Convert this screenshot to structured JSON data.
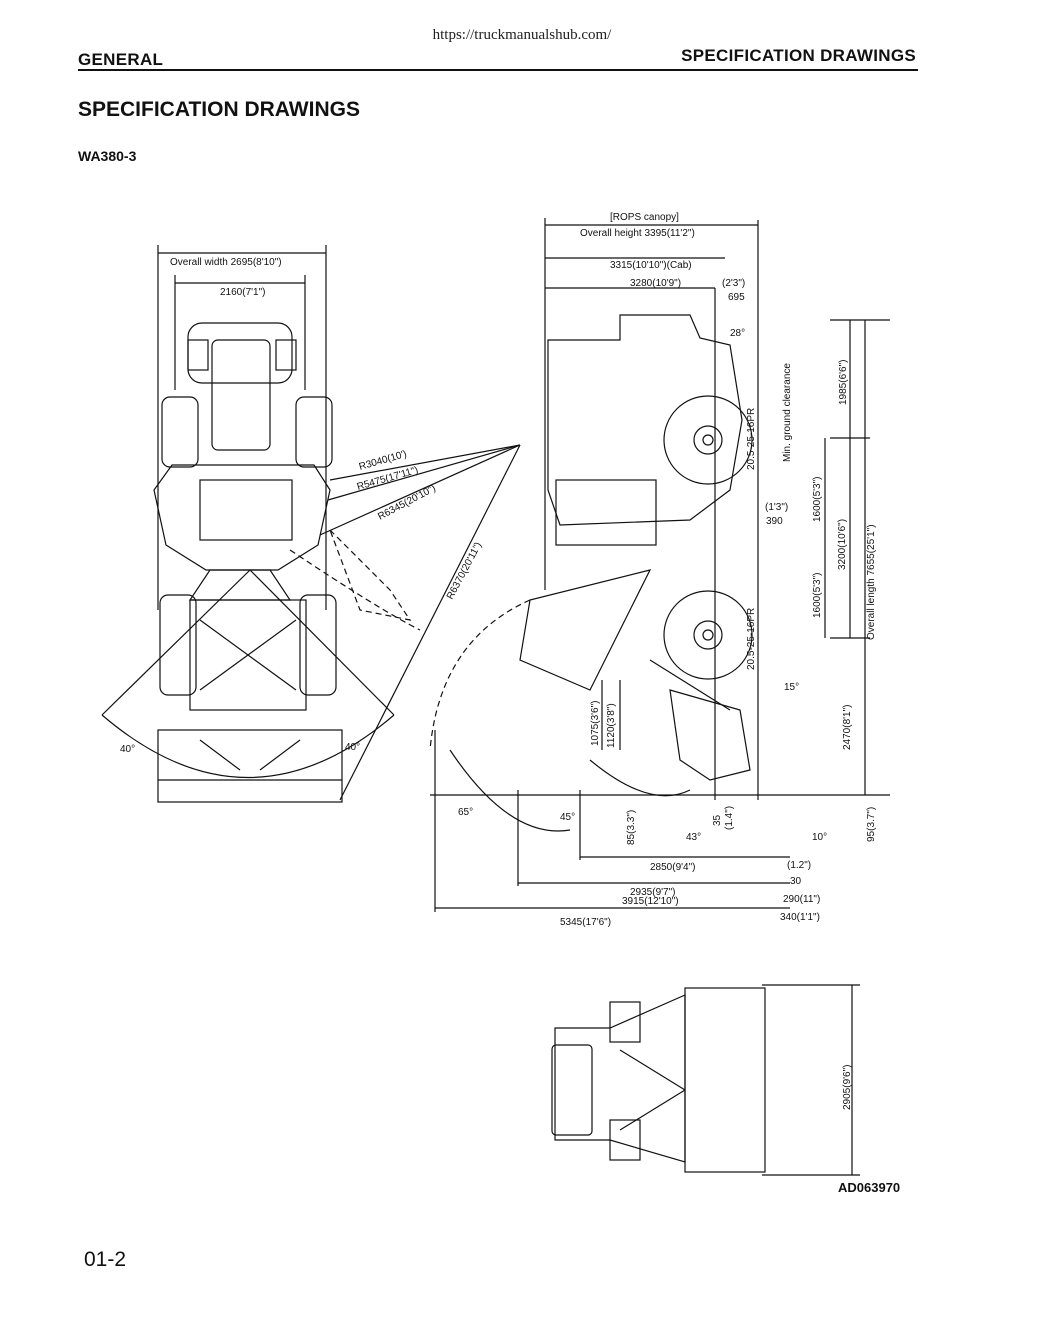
{
  "source_url": "https://truckmanualshub.com/",
  "header": {
    "section": "GENERAL",
    "chapter": "SPECIFICATION DRAWINGS"
  },
  "title": "SPECIFICATION DRAWINGS",
  "model": "WA380-3",
  "figure_id": "AD063970",
  "page_number": "01-2",
  "drawing": {
    "top_view": {
      "overall_width": "Overall width 2695(8'10\")",
      "tread": "2160(7'1\")",
      "radius_1": "R3040(10')",
      "radius_2": "R5475(17'11\")",
      "radius_3": "R6345(20'10\")",
      "radius_4": "R6370(20'11\")",
      "articulation_left": "40°",
      "articulation_right": "40°"
    },
    "side_view": {
      "height_rops": "Overall height 3395(11'2\")",
      "rops_canopy": "[ROPS canopy]",
      "height_cab": "3315(10'10\")(Cab)",
      "height_3280": "3280(10'9\")",
      "dim_695": "695",
      "dim_695_ft": "(2'3\")",
      "angle_28": "28°",
      "tire_rear": "20.5-25-16PR",
      "tire_front": "20.5-25-16PR",
      "ground_clearance": "Min. ground clearance",
      "dim_390": "390",
      "dim_390_ft": "(1'3\")",
      "dim_1985": "1985(6'6\")",
      "dim_1600_rear": "1600(5'3\")",
      "dim_1600_front": "1600(5'3\")",
      "wheelbase": "3200(10'6\")",
      "overall_length": "Overall length 7655(25'1\")",
      "dim_2470": "2470(8'1\")",
      "dim_95": "95(3.7\")",
      "dim_1075": "1075(3'6\")",
      "dim_1120": "1120(3'8\")",
      "dim_85": "85(3.3\")",
      "dim_35": "35",
      "dim_35_in": "(1.4\")",
      "angle_15": "15°",
      "angle_10": "10°",
      "angle_43": "43°",
      "angle_45": "45°",
      "angle_65": "65°",
      "dim_2850": "2850(9'4\")",
      "dim_2935": "2935(9'7\")",
      "dim_3915": "3915(12'10\")",
      "dim_5345": "5345(17'6\")",
      "dim_30": "30",
      "dim_30_in": "(1.2\")",
      "dim_290": "290(11\")",
      "dim_340": "340(1'1\")"
    },
    "front_view": {
      "bucket_width": "2905(9'6\")"
    }
  }
}
